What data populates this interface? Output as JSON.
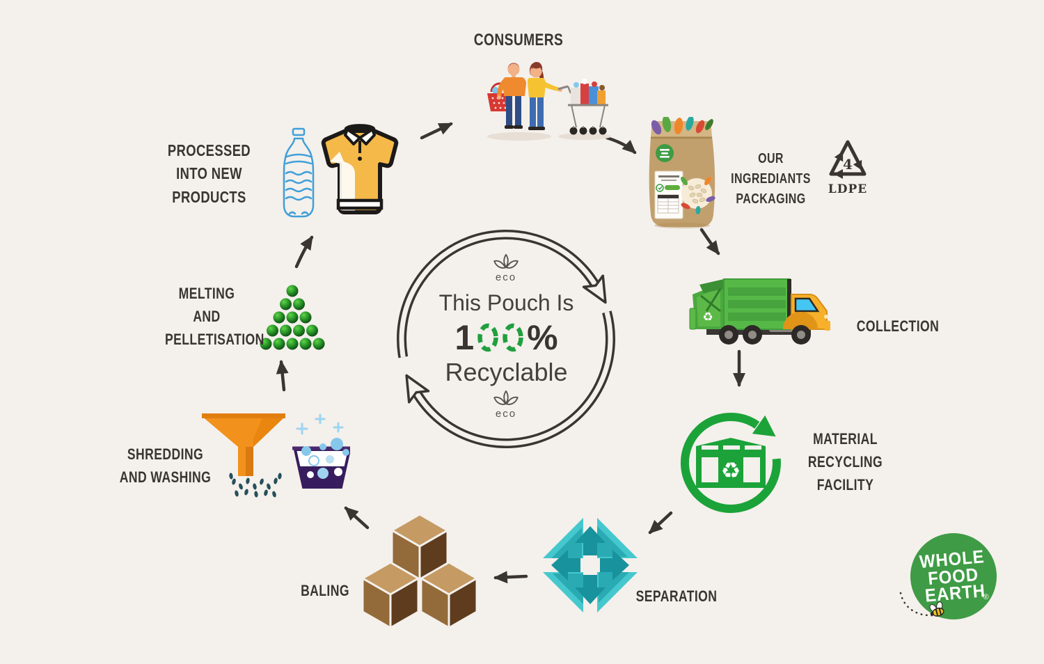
{
  "center": {
    "line1": "This Pouch Is",
    "percent_prefix": "1",
    "percent_suffix": "%",
    "line2": "Recyclable",
    "eco": "eco"
  },
  "stages": {
    "consumers": {
      "label": "CONSUMERS"
    },
    "packaging": {
      "line1": "OUR INGREDIANTS",
      "line2": "PACKAGING"
    },
    "ldpe": {
      "number": "4",
      "code": "LDPE"
    },
    "collection": {
      "label": "COLLECTION"
    },
    "mrf": {
      "line1": "MATERIAL",
      "line2": "RECYCLING",
      "line3": "FACILITY"
    },
    "separation": {
      "label": "SEPARATION"
    },
    "baling": {
      "label": "BALING"
    },
    "shredding": {
      "line1": "SHREDDING",
      "line2": "AND WASHING"
    },
    "melting": {
      "line1": "MELTING",
      "line2": "AND",
      "line3": "PELLETISATION"
    },
    "processed": {
      "line1": "PROCESSED",
      "line2": "INTO NEW PRODUCTS"
    }
  },
  "logo": {
    "line1": "WHOLE",
    "line2": "FOOD",
    "line3": "EARTH",
    "registered": "®"
  },
  "icons": {
    "recycle_glyph": "♻"
  },
  "colors": {
    "background": "#f4f0ec",
    "ink": "#3a3531",
    "green": "#1ba339",
    "logo_green": "#3f9b45",
    "pellet_green": "#2b9e2b",
    "teal": "#45c8cd",
    "teal_dark": "#18929c",
    "orange": "#f2911c",
    "purple": "#371d5e",
    "brown_top": "#c59a63",
    "brown_left": "#936a39",
    "brown_right": "#5e3c1d",
    "yellow": "#f5b94a",
    "bottle_blue": "#3f9fd8",
    "kraft": "#c2a06d"
  }
}
